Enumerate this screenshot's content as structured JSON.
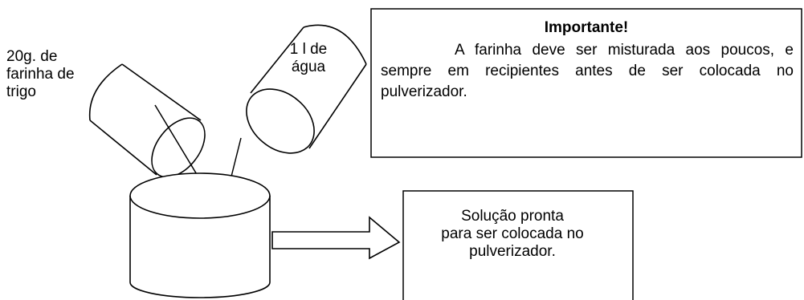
{
  "flour": {
    "label": "20g. de\nfarinha de\ntrigo"
  },
  "water": {
    "label": "1 l de\nágua"
  },
  "notice": {
    "title": "Importante!",
    "body": "A farinha deve ser misturada aos poucos, e sempre em recipientes antes de ser colocada no pulverizador."
  },
  "result": {
    "text": "Solução pronta\npara ser colocada no\npulverizador."
  }
}
